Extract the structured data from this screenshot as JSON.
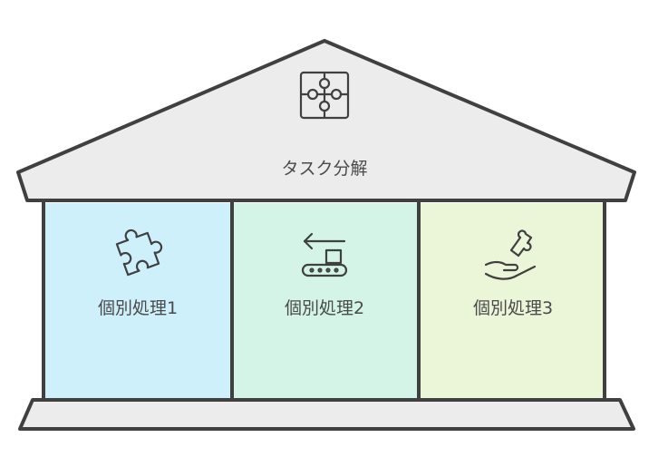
{
  "roof": {
    "label": "タスク分解",
    "icon": "puzzle-pieces-icon",
    "color": "#ececec"
  },
  "pillars": [
    {
      "label": "個別処理1",
      "icon": "puzzle-piece-icon",
      "color": "#cdf0fb"
    },
    {
      "label": "個別処理2",
      "icon": "conveyor-belt-icon",
      "color": "#d3f4e6"
    },
    {
      "label": "個別処理3",
      "icon": "hand-puzzle-icon",
      "color": "#ebf5d8"
    }
  ],
  "base": {
    "color": "#ececec"
  }
}
